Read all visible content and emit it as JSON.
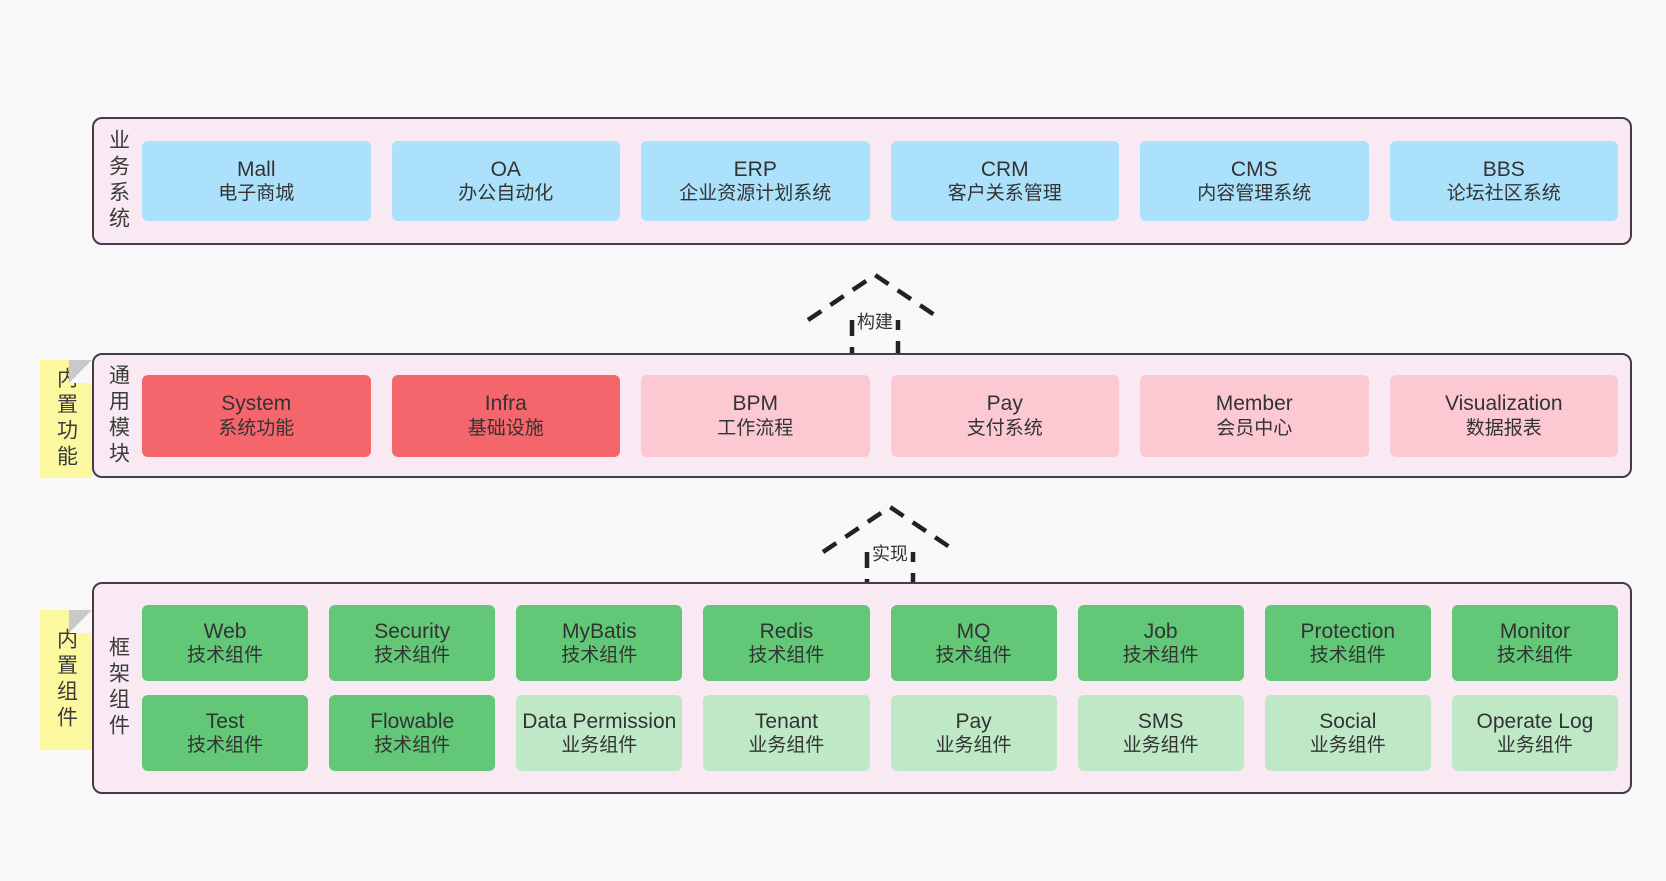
{
  "diagram": {
    "background": "#f8f8f8",
    "layer_band_color": "#f8e9f3",
    "layer_border_color": "#463b4b",
    "sticky_color": "#fcf8a0"
  },
  "layers": [
    {
      "id": "business-system",
      "title": "业务系统",
      "cards": [
        {
          "title": "Mall",
          "sub": "电子商城",
          "color": "#ace1fb"
        },
        {
          "title": "OA",
          "sub": "办公自动化",
          "color": "#ace1fb"
        },
        {
          "title": "ERP",
          "sub": "企业资源计划系统",
          "color": "#ace1fb"
        },
        {
          "title": "CRM",
          "sub": "客户关系管理",
          "color": "#ace1fb"
        },
        {
          "title": "CMS",
          "sub": "内容管理系统",
          "color": "#ace1fb"
        },
        {
          "title": "BBS",
          "sub": "论坛社区系统",
          "color": "#ace1fb"
        }
      ]
    },
    {
      "id": "common-module",
      "title": "通用模块",
      "sticky": "内置功能",
      "cards": [
        {
          "title": "System",
          "sub": "系统功能",
          "color": "#f4666c"
        },
        {
          "title": "Infra",
          "sub": "基础设施",
          "color": "#f4666c"
        },
        {
          "title": "BPM",
          "sub": "工作流程",
          "color": "#fcc9d3"
        },
        {
          "title": "Pay",
          "sub": "支付系统",
          "color": "#fcc9d3"
        },
        {
          "title": "Member",
          "sub": "会员中心",
          "color": "#fcc9d3"
        },
        {
          "title": "Visualization",
          "sub": "数据报表",
          "color": "#fcc9d3"
        }
      ]
    },
    {
      "id": "framework-component",
      "title": "框架组件",
      "sticky": "内置组件",
      "row1": [
        {
          "title": "Web",
          "sub": "技术组件",
          "color": "#62c878"
        },
        {
          "title": "Security",
          "sub": "技术组件",
          "color": "#62c878"
        },
        {
          "title": "MyBatis",
          "sub": "技术组件",
          "color": "#62c878"
        },
        {
          "title": "Redis",
          "sub": "技术组件",
          "color": "#62c878"
        },
        {
          "title": "MQ",
          "sub": "技术组件",
          "color": "#62c878"
        },
        {
          "title": "Job",
          "sub": "技术组件",
          "color": "#62c878"
        },
        {
          "title": "Protection",
          "sub": "技术组件",
          "color": "#62c878"
        },
        {
          "title": "Monitor",
          "sub": "技术组件",
          "color": "#62c878"
        }
      ],
      "row2": [
        {
          "title": "Test",
          "sub": "技术组件",
          "color": "#62c878"
        },
        {
          "title": "Flowable",
          "sub": "技术组件",
          "color": "#62c878"
        },
        {
          "title": "Data Permission",
          "sub": "业务组件",
          "color": "#bfe8c6"
        },
        {
          "title": "Tenant",
          "sub": "业务组件",
          "color": "#bfe8c6"
        },
        {
          "title": "Pay",
          "sub": "业务组件",
          "color": "#bfe8c6"
        },
        {
          "title": "SMS",
          "sub": "业务组件",
          "color": "#bfe8c6"
        },
        {
          "title": "Social",
          "sub": "业务组件",
          "color": "#bfe8c6"
        },
        {
          "title": "Operate Log",
          "sub": "业务组件",
          "color": "#bfe8c6"
        }
      ]
    }
  ],
  "connectors": [
    {
      "id": "build",
      "label": "构建"
    },
    {
      "id": "implement",
      "label": "实现"
    }
  ]
}
